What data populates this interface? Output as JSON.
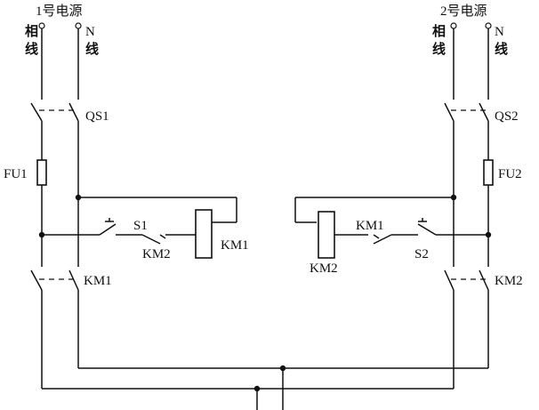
{
  "source_left": {
    "title": "1号电源",
    "phase_line": [
      "相",
      "线"
    ],
    "neutral_line": [
      "N",
      "线"
    ],
    "switch": "QS1",
    "fuse": "FU1",
    "contactor_main": "KM1",
    "pushbutton": "S1",
    "interlock": "KM2",
    "coil": "KM1"
  },
  "source_right": {
    "title": "2号电源",
    "phase_line": [
      "相",
      "线"
    ],
    "neutral_line": [
      "N",
      "线"
    ],
    "switch": "QS2",
    "fuse": "FU2",
    "contactor_main": "KM2",
    "pushbutton": "S2",
    "interlock": "KM1",
    "coil": "KM2"
  }
}
